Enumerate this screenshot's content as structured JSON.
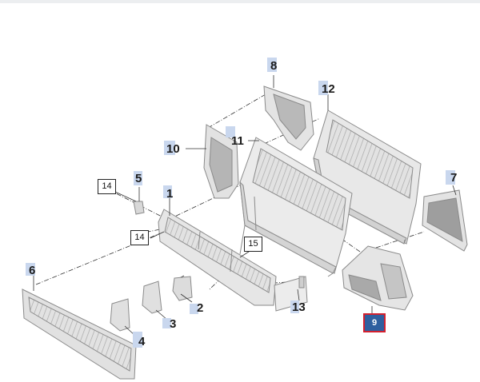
{
  "callouts": {
    "p1": "1",
    "p2": "2",
    "p3": "3",
    "p4": "4",
    "p5": "5",
    "p6": "6",
    "p7": "7",
    "p8": "8",
    "p9": "9",
    "p10": "10",
    "p11": "11",
    "p12": "12",
    "p13": "13",
    "p14a": "14",
    "p14b": "14",
    "p15": "15"
  },
  "selected_part": "9",
  "colors": {
    "tag": "#c9d7ee",
    "selected_fill": "#2f5f9f",
    "selected_border": "#d2202f",
    "part_fill": "#e6e6e6",
    "part_stroke": "#8a8a8a",
    "leader": "#333333"
  }
}
